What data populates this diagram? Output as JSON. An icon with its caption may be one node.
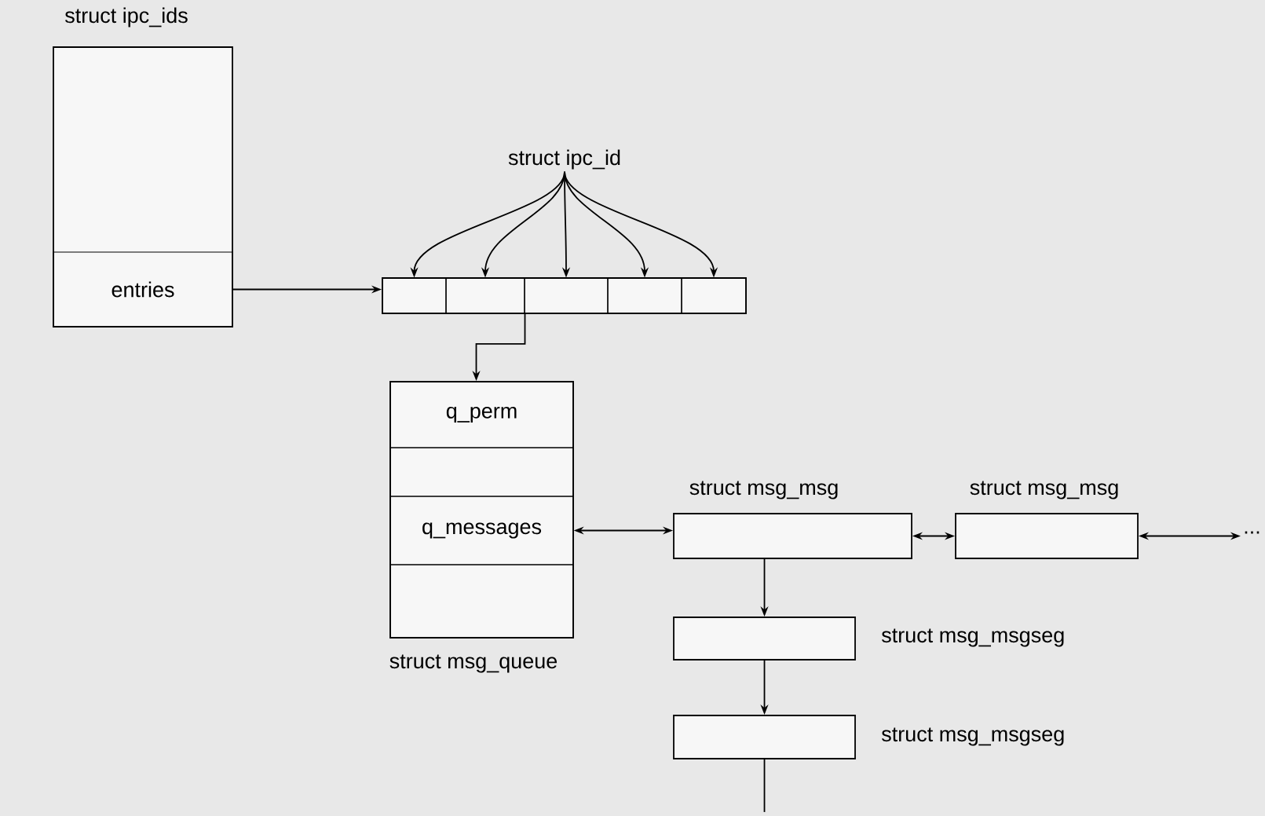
{
  "diagram": {
    "nodes": [
      {
        "text": [
          "struct ipc_ids"
        ]
      },
      {
        "text": [
          "entries"
        ],
        "in": 0
      },
      {
        "text": [
          "struct ipc_id"
        ]
      },
      {
        "text": [],
        "shape": "box"
      },
      {
        "text": [],
        "shape": "box",
        "in": 3
      },
      {
        "text": [],
        "shape": "box",
        "in": 3
      },
      {
        "text": [],
        "shape": "box",
        "in": 3
      },
      {
        "text": [],
        "shape": "box",
        "in": 3
      },
      {
        "text": [],
        "shape": "box",
        "in": 3
      },
      {
        "text": [
          "struct msg_queue"
        ]
      },
      {
        "text": [
          "q_perm"
        ],
        "in": 9
      },
      {
        "text": [],
        "shape": "box",
        "in": 9
      },
      {
        "text": [
          "q_messages"
        ],
        "in": 9
      },
      {
        "text": [],
        "shape": "box",
        "in": 9
      },
      {
        "text": [
          "struct msg_msg"
        ]
      },
      {
        "text": [
          "struct msg_msg"
        ]
      },
      {
        "text": [
          "struct msg_msgseg"
        ]
      },
      {
        "text": [
          "struct msg_msgseg"
        ]
      },
      {
        "text": [
          "..."
        ]
      }
    ],
    "edges": [
      {
        "from": 1,
        "to": 3,
        "arrow": "to"
      },
      {
        "from": 2,
        "to": 4,
        "arrow": "to"
      },
      {
        "from": 2,
        "to": 5,
        "arrow": "to"
      },
      {
        "from": 2,
        "to": 6,
        "arrow": "to"
      },
      {
        "from": 2,
        "to": 7,
        "arrow": "to"
      },
      {
        "from": 2,
        "to": 8,
        "arrow": "to"
      },
      {
        "from": 3,
        "to": 9,
        "arrow": "to"
      },
      {
        "from": 12,
        "to": 14,
        "arrow": "both"
      },
      {
        "from": 14,
        "to": 15,
        "arrow": "both"
      },
      {
        "from": 15,
        "to": 18,
        "arrow": "both"
      },
      {
        "from": 14,
        "to": 16,
        "arrow": "to"
      },
      {
        "from": 16,
        "to": 17,
        "arrow": "to"
      },
      {
        "from": 17,
        "to": null,
        "arrow": "none"
      }
    ]
  }
}
